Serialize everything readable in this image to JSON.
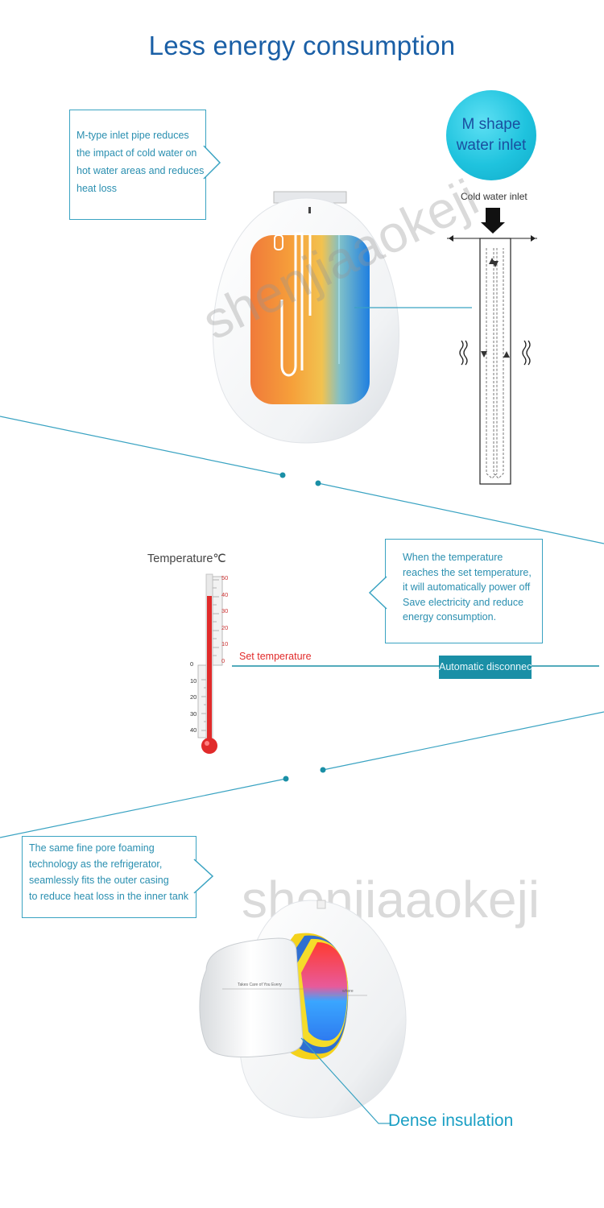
{
  "title": "Less energy consumption",
  "inlet_callout": "M-type inlet pipe reduces\nthe impact of cold water on\nhot water areas and reduces\nheat loss",
  "bubble": "M shape\nwater inlet",
  "cold_water_label": "Cold water inlet",
  "watermark": "shenjiaaokeji",
  "temperature_title": "Temperature℃",
  "thermometer_upper_ticks": [
    "50",
    "40",
    "30",
    "20",
    "10",
    "0"
  ],
  "thermometer_lower_ticks": [
    "0",
    "10",
    "20",
    "30",
    "40"
  ],
  "set_temperature": "Set temperature",
  "auto_callout": "When the temperature\nreaches the set temperature,\nit will automatically power off\nSave electricity and reduce\nenergy consumption.",
  "auto_disconnect": "Automatic disconnect",
  "foam_callout": "The same fine pore foaming\ntechnology as the refrigerator,\nseamlessly fits the outer casing\nto reduce heat loss in the inner tank",
  "dense_insulation": "Dense insulation",
  "heater_label_left": "Takes Care of You Every",
  "heater_label_right": "where",
  "colors": {
    "accent": "#3aa3c2",
    "title": "#1a5fa6",
    "bubble": "#1fc3de",
    "thermo_red": "#e12a2a",
    "disconnect_bg": "#1a8fa6"
  }
}
